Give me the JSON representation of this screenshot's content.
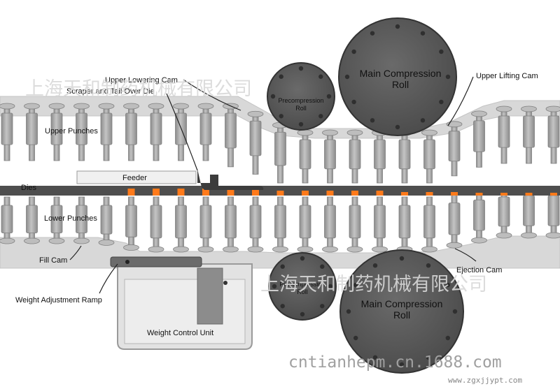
{
  "colors": {
    "background": "#ffffff",
    "track": "#d6d6d6",
    "punch": "#a8a8a8",
    "punch_dark": "#808080",
    "roll": "#5a5a5a",
    "roll_bolt": "#2f2f2f",
    "die_table": "#555555",
    "fill_orange": "#ff7a1a",
    "label": "#111111"
  },
  "labels": {
    "upper_lowering_cam": "Upper  Lowering Cam",
    "scraper": "Scraper and Tail Over Die",
    "upper_punches": "Upper Punches",
    "feeder": "Feeder",
    "dies": "Dies",
    "lower_punches": "Lower Punches",
    "fill_cam": "Fill Cam",
    "weight_adjustment_ramp": "Weight Adjustment Ramp",
    "weight_control_unit": "Weight Control Unit",
    "upper_lifting_cam": "Upper  Lifting Cam",
    "ejection_cam": "Ejection Cam"
  },
  "rolls": {
    "main_top_line1": "Main Compression",
    "main_top_line2": "Roll",
    "pre_top_line1": "Precompression",
    "pre_top_line2": "Roll",
    "main_bottom_line1": "Main Compression",
    "main_bottom_line2": "Roll",
    "pre_bottom_line1": "Precompression",
    "pre_bottom_line2": "Roll"
  },
  "watermarks": {
    "company_top": "上海天和制药机械有限公司",
    "company_bottom": "上海天和制药机械有限公司",
    "site": "cntianhepm.cn.1688.com",
    "site_small": "www.zgxjjypt.com"
  }
}
